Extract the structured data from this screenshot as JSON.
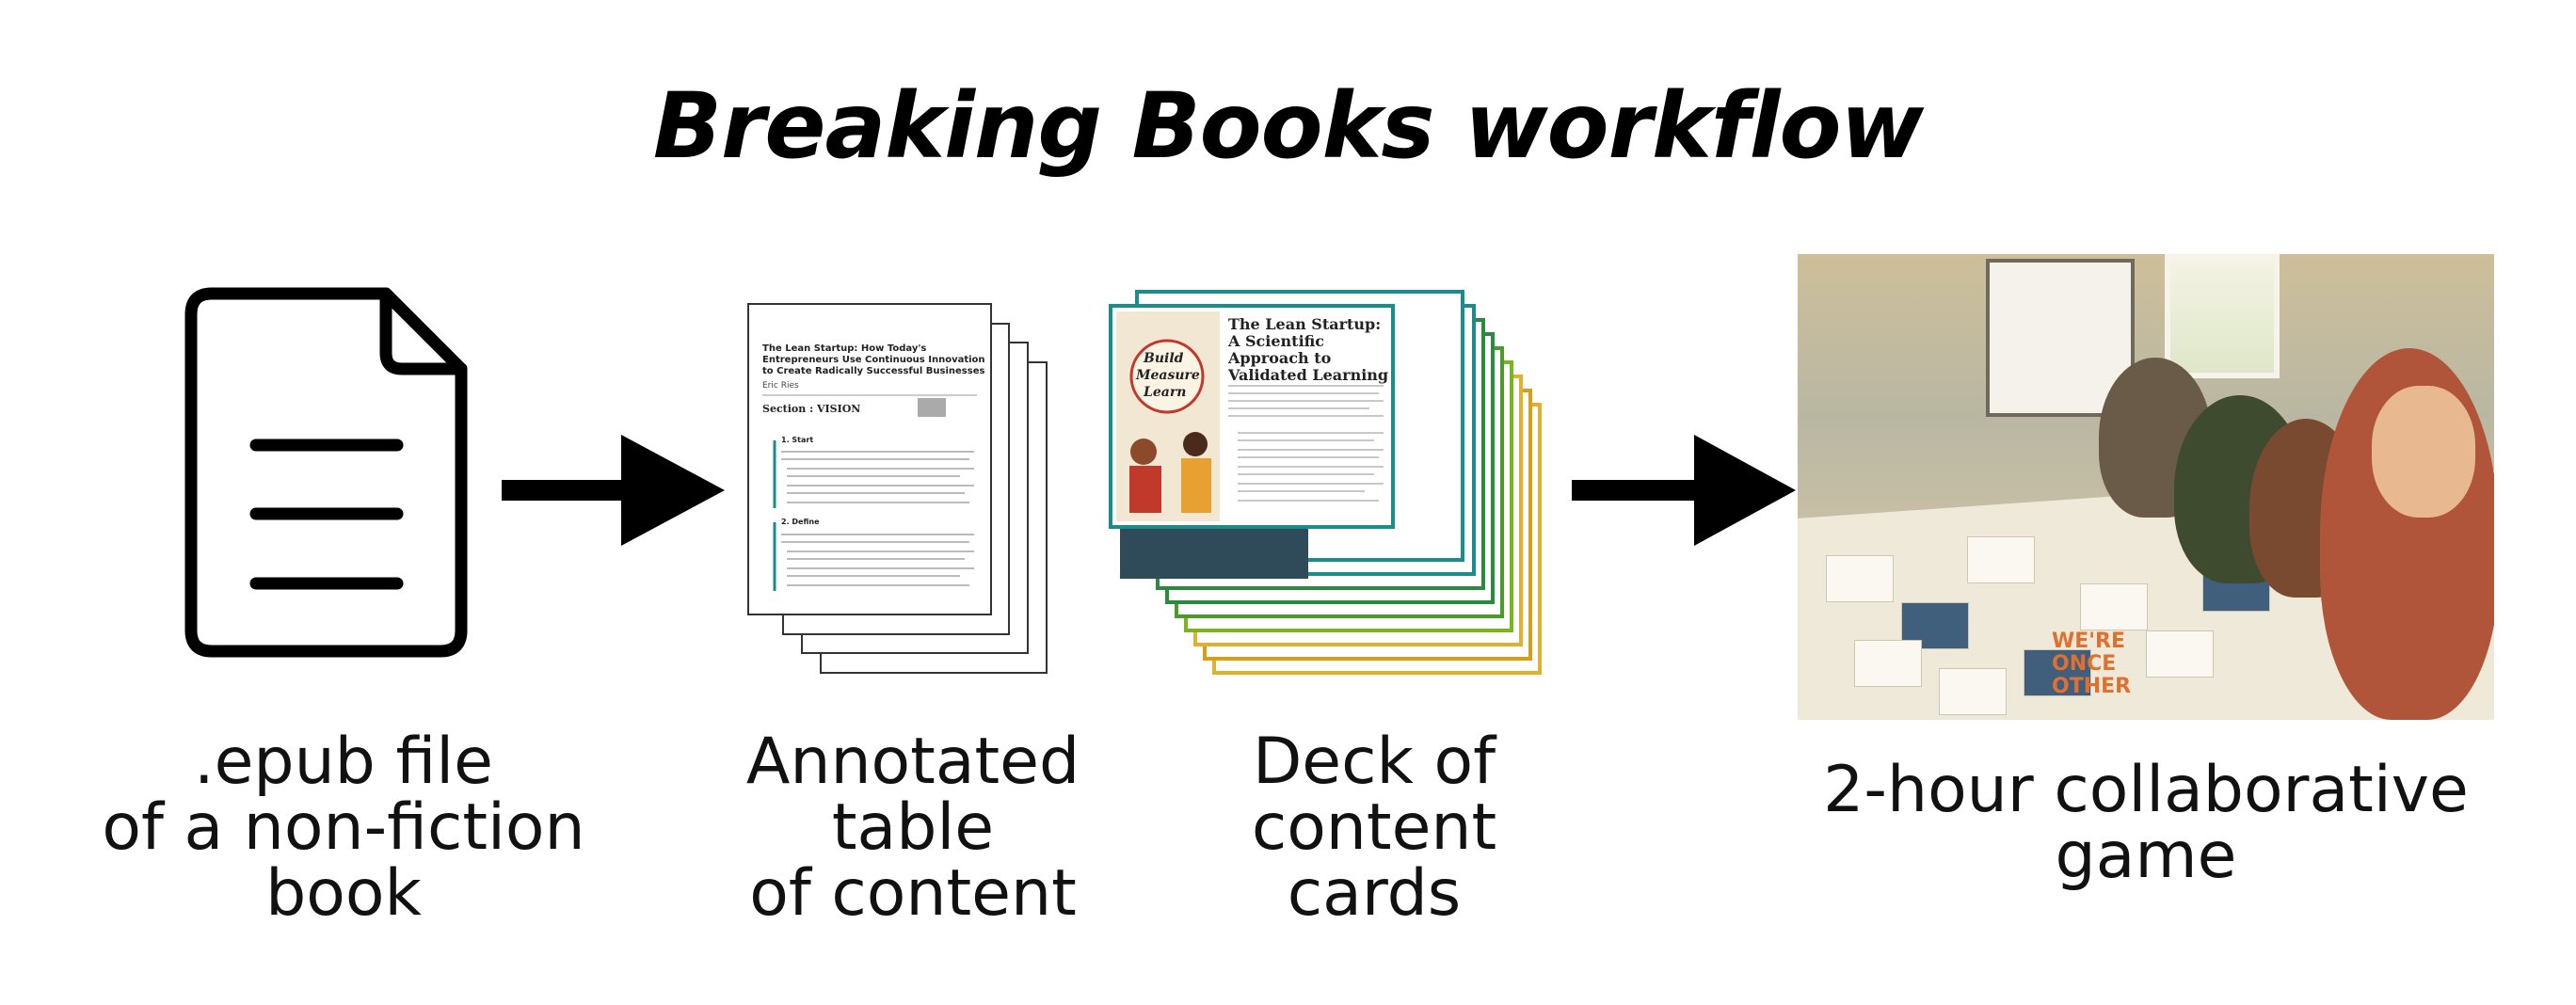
{
  "title": "Breaking Books workflow",
  "steps": [
    {
      "icon": "file-icon",
      "caption_lines": [
        ".epub file",
        "of a non-fiction",
        "book"
      ]
    },
    {
      "icon": "annotated-toc-pages",
      "caption_lines": [
        "Annotated",
        "table",
        "of content"
      ],
      "page_heading": "The Lean Startup: How Today's Entrepreneurs Use Continuous Innovation to Create Radically Successful Businesses",
      "page_author": "Eric Ries",
      "page_section": "Section : VISION",
      "page_subsections": [
        "1. Start",
        "2. Define"
      ]
    },
    {
      "icon": "content-cards-deck",
      "caption_lines": [
        "Deck of",
        "content",
        "cards"
      ],
      "card_title": "The Lean Startup: A Scientific Approach to Validated Learning",
      "card_image_text": [
        "Build",
        "Measure",
        "Learn"
      ]
    },
    {
      "icon": "collaborative-game-photo",
      "caption_lines": [
        "2-hour collaborative",
        "game"
      ],
      "photo_text": [
        "WE'RE",
        "ONCE",
        "OTHER"
      ]
    }
  ],
  "colors": {
    "arrow": "#000000",
    "card_borders": [
      "#1a8c8c",
      "#2b8a3e",
      "#4c9a2a",
      "#7ab51d",
      "#d4a017",
      "#e0b030"
    ]
  }
}
